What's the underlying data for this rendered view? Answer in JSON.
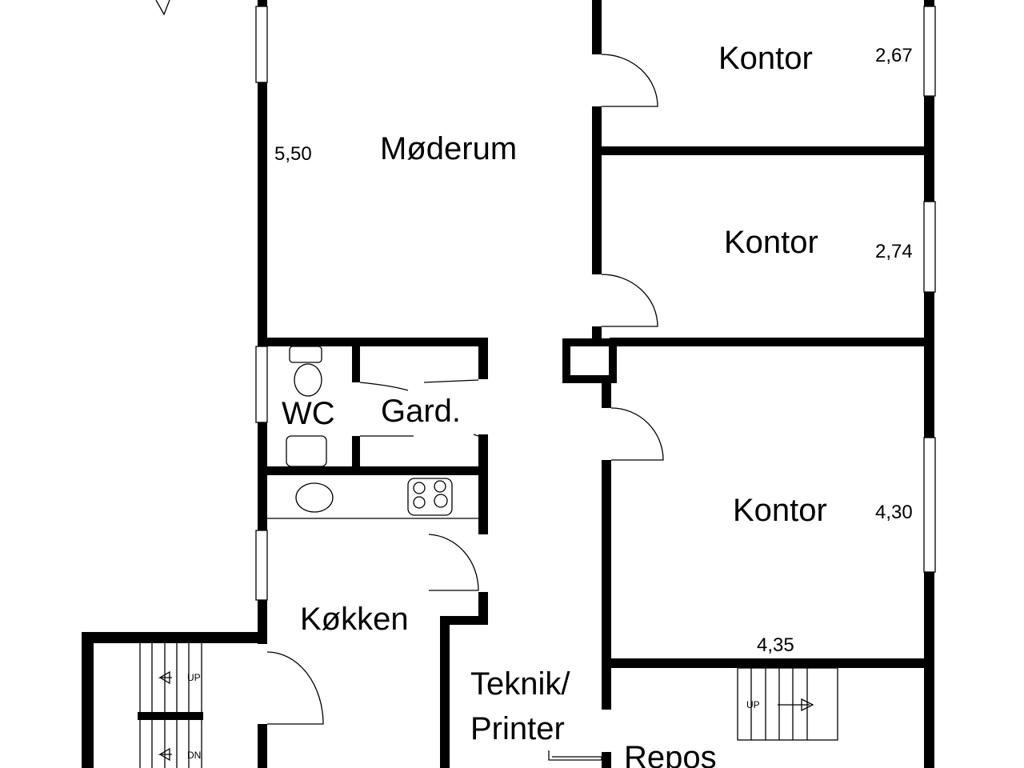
{
  "rooms": {
    "moderum": "Møderum",
    "kontor1": "Kontor",
    "kontor2": "Kontor",
    "kontor3": "Kontor",
    "wc": "WC",
    "gard": "Gard.",
    "kokken": "Køkken",
    "teknik_line1": "Teknik/",
    "teknik_line2": "Printer",
    "repos": "Repos"
  },
  "dimensions": {
    "moderum": "5,50",
    "kontor1": "2,67",
    "kontor2": "2,74",
    "kontor3": "4,30",
    "kontor3_width": "4,35"
  },
  "stairs": {
    "left_up": "UP",
    "left_down": "DN",
    "right_up": "UP"
  }
}
